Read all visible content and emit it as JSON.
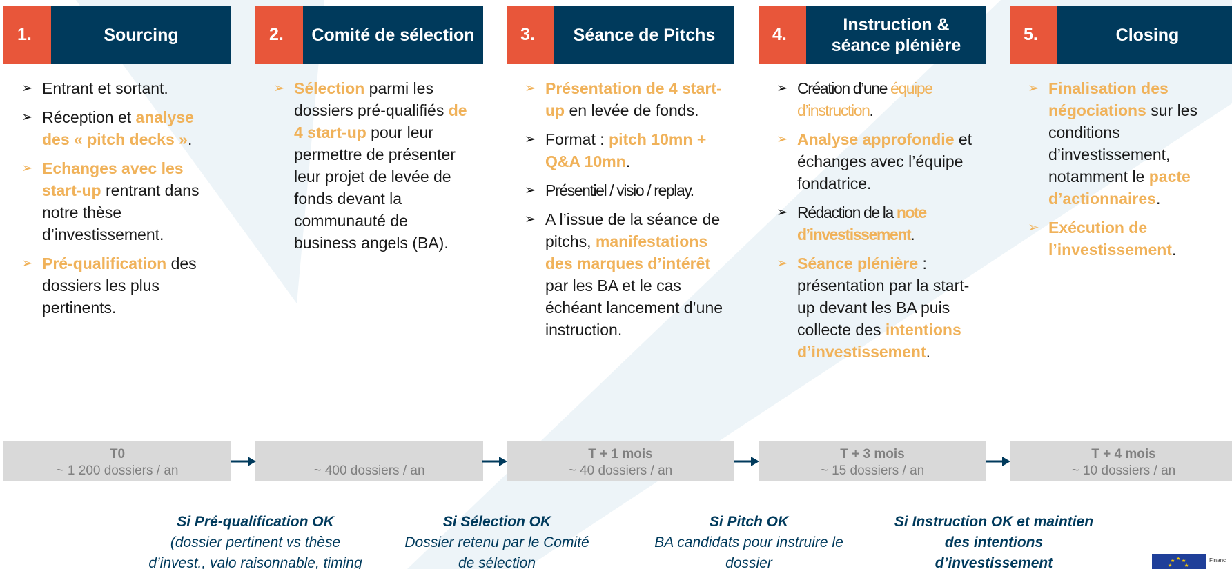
{
  "colors": {
    "number_block": "#e8563a",
    "title_block": "#003a5c",
    "highlight": "#f0b25a",
    "time_box": "#d9d9d9",
    "condition_text": "#003a5c"
  },
  "steps": [
    {
      "number": "1.",
      "title": "Sourcing",
      "bullets": [
        {
          "parts": [
            {
              "t": "Entrant et sortant.",
              "h": false
            }
          ]
        },
        {
          "parts": [
            {
              "t": " Réception et ",
              "h": false
            },
            {
              "t": "analyse des « pitch decks »",
              "h": true
            },
            {
              "t": ".",
              "h": false
            }
          ]
        },
        {
          "parts": [
            {
              "t": "Echanges avec les start-up",
              "h": true
            },
            {
              "t": " rentrant dans notre thèse d’investissement.",
              "h": false
            }
          ]
        },
        {
          "parts": [
            {
              "t": "Pré-qualification",
              "h": true
            },
            {
              "t": " des dossiers les plus pertinents.",
              "h": false
            }
          ]
        }
      ],
      "time_label": "T0",
      "time_count": "~ 1 200 dossiers / an"
    },
    {
      "number": "2.",
      "title": "Comité de sélection",
      "bullets": [
        {
          "parts": [
            {
              "t": "Sélection",
              "h": true
            },
            {
              "t": " parmi les dossiers pré-qualifiés ",
              "h": false
            },
            {
              "t": "de 4 start-up",
              "h": true
            },
            {
              "t": " pour leur permettre de présenter leur projet de levée de fonds devant la communauté de business angels (BA).",
              "h": false
            }
          ]
        }
      ],
      "time_label": "",
      "time_count": "~ 400 dossiers / an"
    },
    {
      "number": "3.",
      "title": "Séance de Pitchs",
      "bullets": [
        {
          "parts": [
            {
              "t": "Présentation de 4 start-up",
              "h": true
            },
            {
              "t": " en levée de fonds.",
              "h": false
            }
          ]
        },
        {
          "parts": [
            {
              "t": "Format : ",
              "h": false
            },
            {
              "t": "pitch 10mn + Q&A 10mn",
              "h": true
            },
            {
              "t": ".",
              "h": false
            }
          ]
        },
        {
          "parts": [
            {
              "t": "Présentiel / visio / replay.",
              "h": false
            }
          ]
        },
        {
          "parts": [
            {
              "t": "A l’issue de la séance de pitchs, ",
              "h": false
            },
            {
              "t": "manifestations des marques d’intérêt",
              "h": true
            },
            {
              "t": " par les BA et le cas échéant lancement d’une instruction.",
              "h": false
            }
          ]
        }
      ],
      "time_label": "T + 1 mois",
      "time_count": "~ 40 dossiers / an"
    },
    {
      "number": "4.",
      "title": "Instruction & séance plénière",
      "bullets": [
        {
          "parts": [
            {
              "t": "Création d’une ",
              "h": false
            },
            {
              "t": "équipe d’instruction",
              "h": "c"
            },
            {
              "t": ".",
              "h": false
            }
          ]
        },
        {
          "parts": [
            {
              "t": "Analyse approfondie",
              "h": true
            },
            {
              "t": " et échanges avec l’équipe fondatrice.",
              "h": false
            }
          ]
        },
        {
          "parts": [
            {
              "t": "Rédaction de la ",
              "h": false
            },
            {
              "t": "note d’investissement",
              "h": true
            },
            {
              "t": ".",
              "h": false
            }
          ]
        },
        {
          "parts": [
            {
              "t": "Séance plénière",
              "h": true
            },
            {
              "t": " : présentation par la start-up devant les BA puis collecte des ",
              "h": false
            },
            {
              "t": "intentions d’investissement",
              "h": true
            },
            {
              "t": ".",
              "h": false
            }
          ]
        }
      ],
      "time_label": "T + 3 mois",
      "time_count": "~ 15 dossiers / an"
    },
    {
      "number": "5.",
      "title": "Closing",
      "bullets": [
        {
          "parts": [
            {
              "t": "Finalisation des négociations",
              "h": true
            },
            {
              "t": " sur les conditions d’investissement, notamment le ",
              "h": false
            },
            {
              "t": "pacte d’actionnaires",
              "h": true
            },
            {
              "t": ".",
              "h": false
            }
          ]
        },
        {
          "parts": [
            {
              "t": "Exécution de l’investissement",
              "h": true
            },
            {
              "t": ".",
              "h": false
            }
          ]
        }
      ],
      "time_label": "T + 4 mois",
      "time_count": "~ 10 dossiers / an"
    }
  ],
  "conditions": [
    {
      "heading": "Si Pré-qualification OK",
      "body": "(dossier pertinent vs thèse d’invest., valo raisonnable, timing adéquat)"
    },
    {
      "heading": "Si Sélection OK",
      "body": "Dossier retenu par le Comité de sélection"
    },
    {
      "heading": "Si Pitch OK",
      "body": "BA candidats pour instruire le dossier"
    },
    {
      "heading": "Si Instruction OK et maintien des intentions d’investissement",
      "body": ""
    }
  ],
  "footer": {
    "funding_text": "Financ"
  }
}
